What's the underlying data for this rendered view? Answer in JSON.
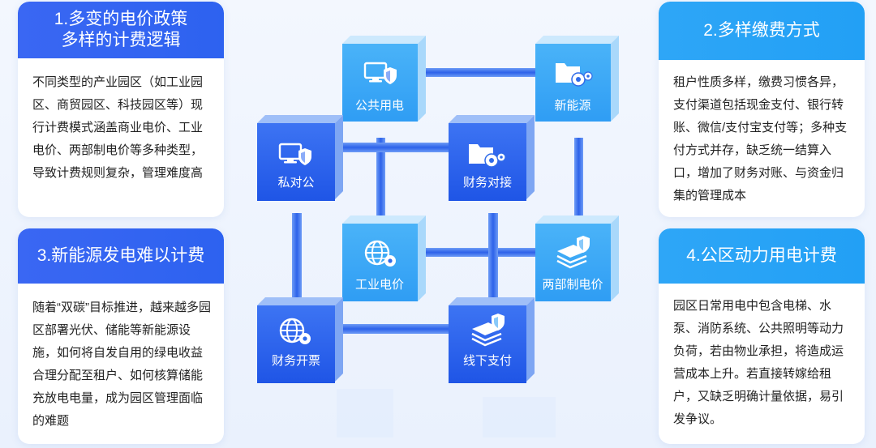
{
  "cards": [
    {
      "id": "card1",
      "title_lines": [
        "1.多变的电价政策",
        "多样的计费逻辑"
      ],
      "body": "不同类型的产业园区（如工业园区、商贸园区、科技园区等）现行计费模式涵盖商业电价、工业电价、两部制电价等多种类型，导致计费规则复杂，管理难度高"
    },
    {
      "id": "card2",
      "title_lines": [
        "2.多样缴费方式"
      ],
      "body": "租户性质多样，缴费习惯各异，支付渠道包括现金支付、银行转账、微信/支付宝支付等；多种支付方式并存，缺乏统一结算入口，增加了财务对账、与资金归集的管理成本"
    },
    {
      "id": "card3",
      "title_lines": [
        "3.新能源发电难以计费"
      ],
      "body": "随着“双碳”目标推进，越来越多园区部署光伏、储能等新能源设施，如何将自发自用的绿电收益合理分配至租户、如何核算储能充放电电量，成为园区管理面临的难题"
    },
    {
      "id": "card4",
      "title_lines": [
        "4.公区动力用电计费"
      ],
      "body": "园区日常用电中包含电梯、水泵、消防系统、公共照明等动力负荷，若由物业承担，将造成运营成本上升。若直接转嫁给租户，又缺乏明确计量依据，易引发争议。"
    }
  ],
  "nodes": {
    "public": {
      "label": "公共用电",
      "icon": "monitor-shield-icon"
    },
    "newenergy": {
      "label": "新能源",
      "icon": "folder-gear-icon"
    },
    "private": {
      "label": "私对公",
      "icon": "monitor-shield-icon"
    },
    "finance": {
      "label": "财务对接",
      "icon": "folder-gear-icon"
    },
    "industrial": {
      "label": "工业电价",
      "icon": "globe-gear-icon"
    },
    "twopart": {
      "label": "两部制电价",
      "icon": "stack-shield-icon"
    },
    "invoice": {
      "label": "财务开票",
      "icon": "globe-gear-icon"
    },
    "offline": {
      "label": "线下支付",
      "icon": "stack-shield-icon"
    }
  },
  "colors": {
    "card_head_blue": "#2d62f0",
    "card_head_cyan": "#22a0f5",
    "front_cube": "#2b63ec",
    "back_cube": "#3aa5f5",
    "connector": "#3a6ee8"
  }
}
